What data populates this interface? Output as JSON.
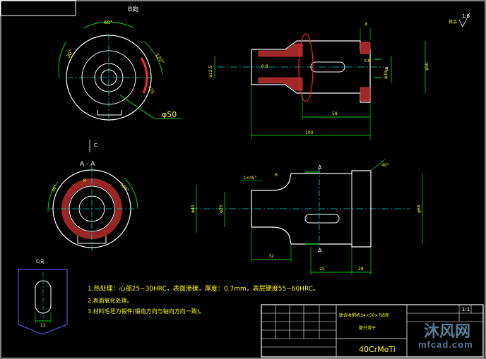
{
  "view_labels": {
    "top_left": "B向",
    "section": "A - A",
    "detail": "C向",
    "c_arrow": "C",
    "section_a_top": "A",
    "section_a_bottom": "A",
    "section_b": "B"
  },
  "dimensions": {
    "bw_angle_60": "60°",
    "bw_angle_30": "30°",
    "bw_angle_120": "120°",
    "bw_r": "R25",
    "bw_dia50": "φ50",
    "top_a": "a",
    "top_12": "φ12.5",
    "top_08_a": "0.8",
    "top_08_b": "0.8",
    "top_dia30": "φ30",
    "top_dia50": "φ50",
    "top_58": "58",
    "top_100": "100",
    "aa_30": "30°",
    "aa_120": "120°",
    "aa_r": "R",
    "side_chamfer": "1×45°",
    "side_r": "R",
    "side_dia40": "φ40",
    "side_dia25": "φ25",
    "side_dia68": "φ68",
    "side_32": "32",
    "side_25": "25",
    "side_28": "28",
    "side_40deg": "40°",
    "detail_12": "12",
    "roughness": "1.6",
    "roughness_prefix": "其余"
  },
  "notes": [
    "1.热处理：心部25~30HRC，表面渗碳，厚度：0.7mm，表层硬度55~60HRC。",
    "2.表面氧化处理。",
    "3.材料毛坯为锻件(锻造方向与轴向方向一致)。"
  ],
  "title_block": {
    "part_title": "联合收割机34×50×7齿轮",
    "part_name": "壁升滑子",
    "material": "40CrMoTi",
    "scale": "1:1"
  },
  "watermark": {
    "line1": "沐风网",
    "line2": "mfcad.com"
  }
}
